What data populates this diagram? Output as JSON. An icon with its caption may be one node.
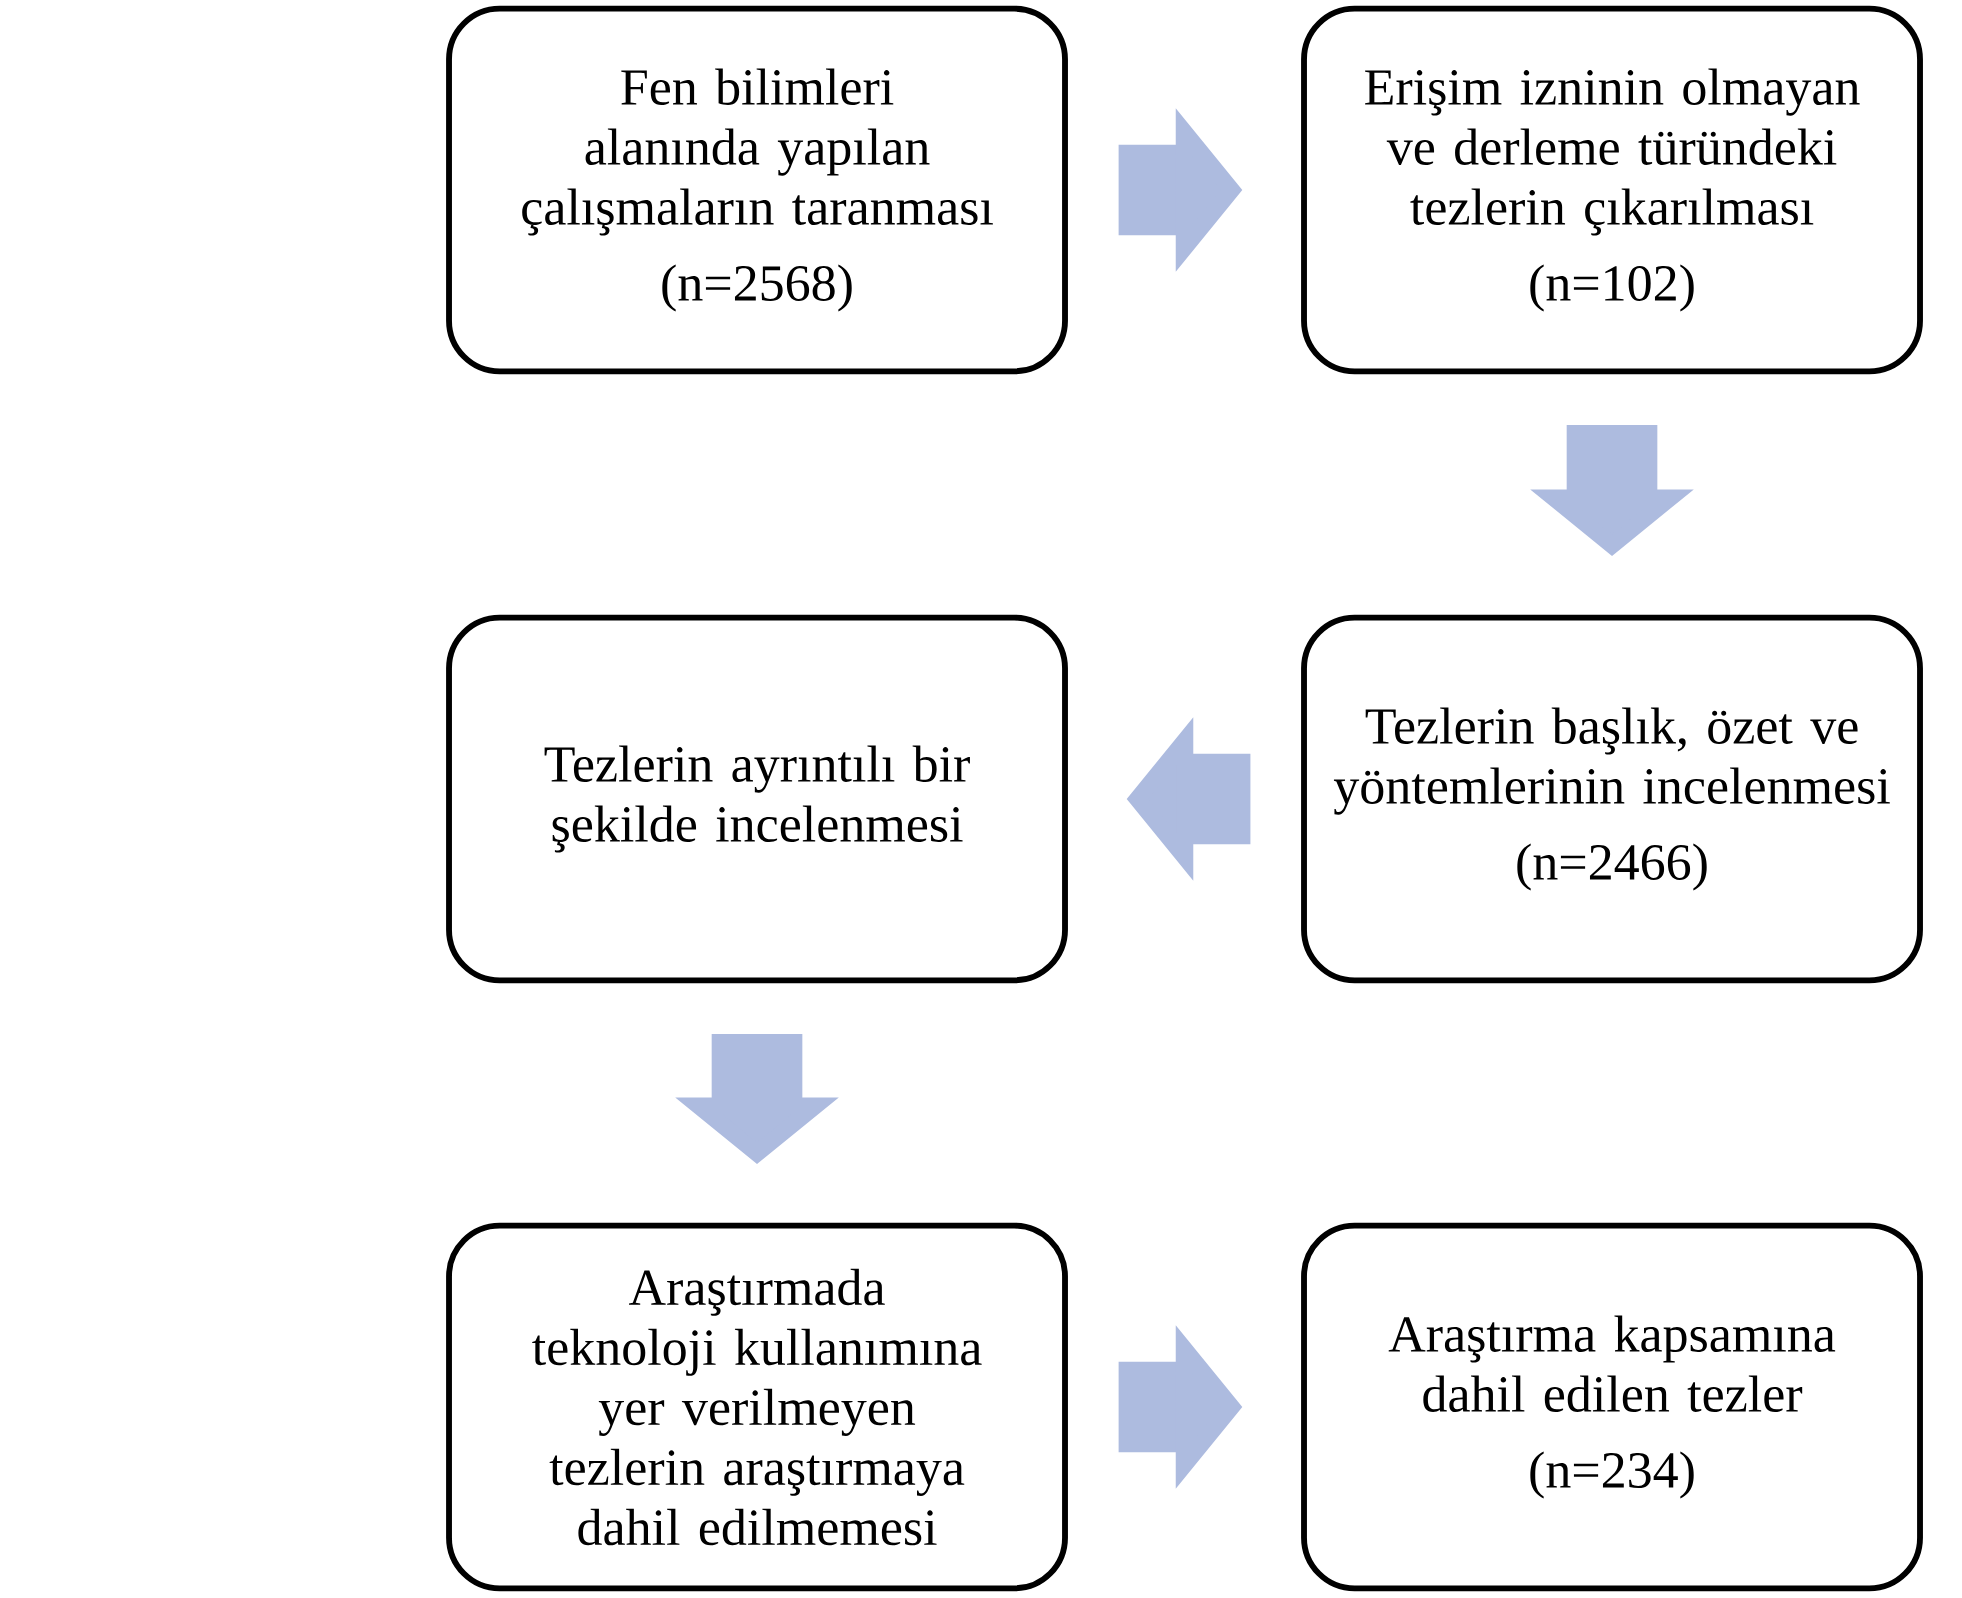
{
  "diagram": {
    "nodes": [
      {
        "text": [
          "Fen bilimleri alanında yapılan çalışmaların taranması",
          "(n=2568)"
        ]
      },
      {
        "text": [
          "Erişim izninin olmayan ve derleme türündeki tezlerin çıkarılması",
          "(n=102)"
        ]
      },
      {
        "text": [
          "Tezlerin ayrıntılı bir şekilde incelenmesi"
        ]
      },
      {
        "text": [
          "Tezlerin başlık, özet ve yöntemlerinin incelenmesi",
          "(n=2466)"
        ]
      },
      {
        "text": [
          "Araştırmada teknoloji kullanımına yer verilmeyen tezlerin araştırmaya dahil edilmemesi"
        ]
      },
      {
        "text": [
          "Araştırma kapsamına dahil edilen tezler",
          "(n=234)"
        ]
      }
    ],
    "edges": [
      {
        "from": 0,
        "to": 1,
        "arrow": "to"
      },
      {
        "from": 1,
        "to": 3,
        "arrow": "to"
      },
      {
        "from": 3,
        "to": 2,
        "arrow": "to"
      },
      {
        "from": 2,
        "to": 4,
        "arrow": "to"
      },
      {
        "from": 4,
        "to": 5,
        "arrow": "to"
      }
    ]
  }
}
